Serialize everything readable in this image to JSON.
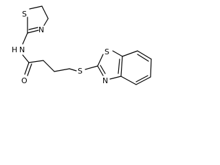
{
  "molecule": {
    "atom_labels": {
      "thiazoline_s": "S",
      "thiazoline_n": "N",
      "amide_n": "N",
      "amide_h": "H",
      "carbonyl_o": "O",
      "thioether_s": "S",
      "benzothiazole_s": "S",
      "benzothiazole_n": "N"
    },
    "colors": {
      "bond": "#000000",
      "label": "#000000",
      "background": "#ffffff"
    }
  }
}
